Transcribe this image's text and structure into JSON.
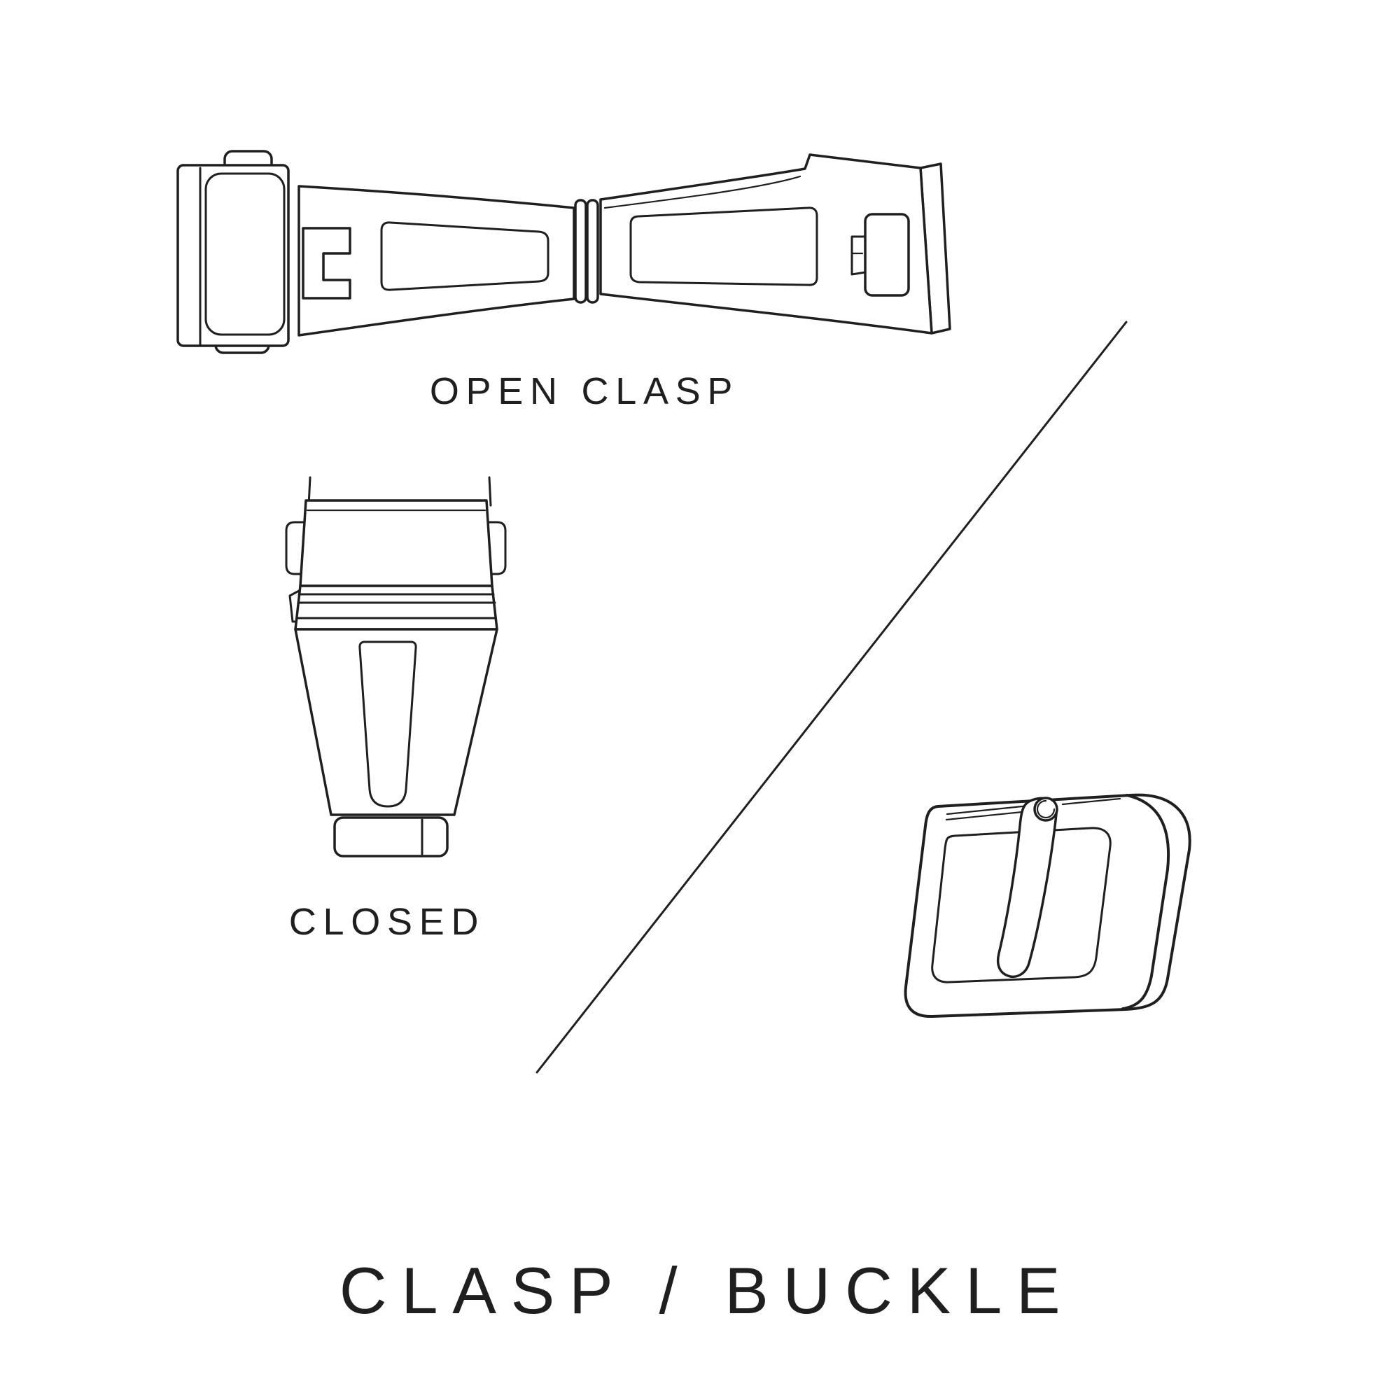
{
  "page": {
    "background_color": "#ffffff",
    "line_color": "#1f1f1f",
    "text_color": "#1f1f1f"
  },
  "labels": {
    "open_clasp": "OPEN CLASP",
    "closed": "CLOSED",
    "title": "CLASP / BUCKLE"
  },
  "figures": {
    "open_clasp": "open-clasp-illustration",
    "closed_clasp": "closed-clasp-illustration",
    "buckle": "buckle-illustration",
    "divider": "diagonal-divider-line"
  }
}
